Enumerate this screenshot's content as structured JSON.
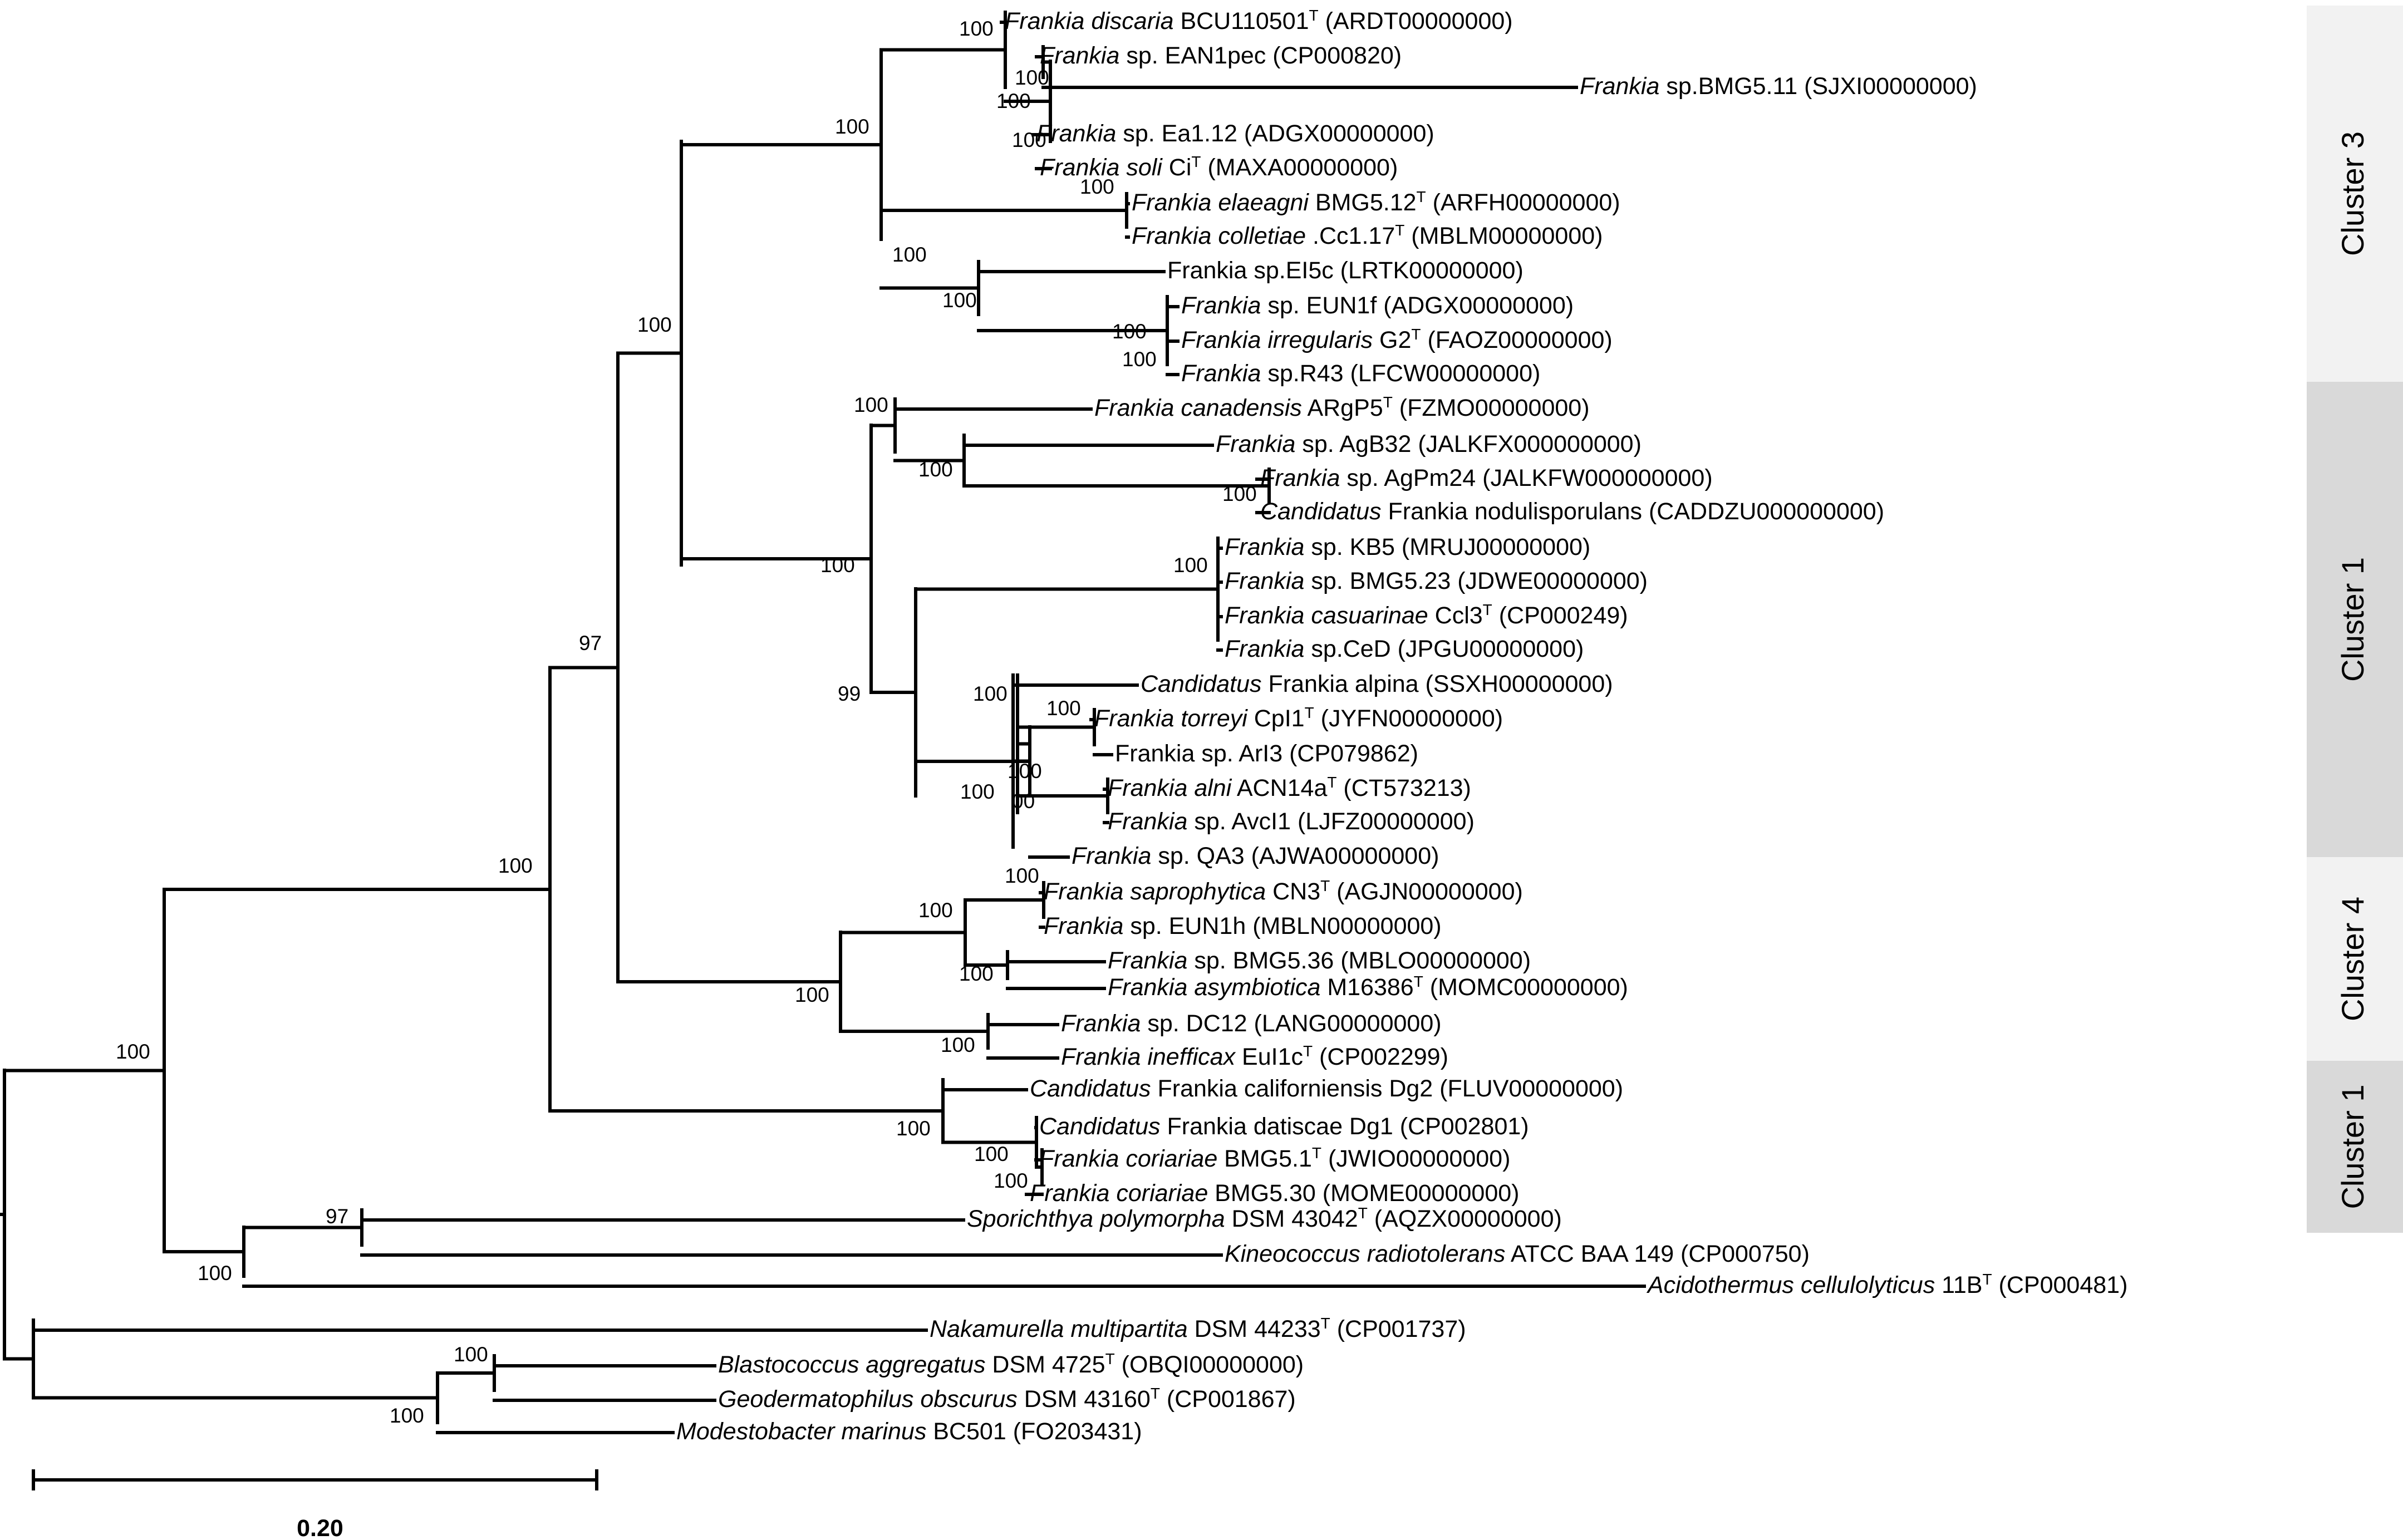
{
  "colors": {
    "cluster_light": "#f2f2f2",
    "cluster_dark": "#d9d9d9",
    "line": "#000000"
  },
  "taxa": [
    {
      "id": "discaria",
      "it": "Frankia discaria",
      "txt": " BCU110501",
      "sup": "T",
      "tail": " (ARDT00000000)"
    },
    {
      "id": "ean1pec",
      "it": "Frankia",
      "txt": " sp. EAN1pec (CP000820)",
      "sup": "",
      "tail": ""
    },
    {
      "id": "bmg511",
      "it": "Frankia",
      "txt": " sp.BMG5.11 (SJXI00000000)",
      "sup": "",
      "tail": ""
    },
    {
      "id": "ea112",
      "it": "Frankia",
      "txt": " sp. Ea1.12 (ADGX00000000)",
      "sup": "",
      "tail": ""
    },
    {
      "id": "soli",
      "it": "Frankia soli",
      "txt": " Ci",
      "sup": "T",
      "tail": " (MAXA00000000)"
    },
    {
      "id": "elaeagni",
      "it": "Frankia elaeagni",
      "txt": " BMG5.12",
      "sup": "T",
      "tail": " (ARFH00000000)"
    },
    {
      "id": "colletiae",
      "it": "Frankia colletiae",
      "txt": " .Cc1.17",
      "sup": "T",
      "tail": " (MBLM00000000)"
    },
    {
      "id": "ei5c",
      "it": "",
      "txt": "Frankia sp.EI5c (LRTK00000000)",
      "sup": "",
      "tail": ""
    },
    {
      "id": "eun1f",
      "it": "Frankia",
      "txt": " sp. EUN1f (ADGX00000000)",
      "sup": "",
      "tail": ""
    },
    {
      "id": "irregularis",
      "it": "Frankia irregularis",
      "txt": " G2",
      "sup": "T",
      "tail": " (FAOZ00000000)"
    },
    {
      "id": "r43",
      "it": "Frankia",
      "txt": " sp.R43 (LFCW00000000)",
      "sup": "",
      "tail": ""
    },
    {
      "id": "canadensis",
      "it": "Frankia canadensis",
      "txt": " ARgP5",
      "sup": "T",
      "tail": " (FZMO00000000)"
    },
    {
      "id": "agb32",
      "it": "Frankia",
      "txt": " sp. AgB32 (JALKFX000000000)",
      "sup": "",
      "tail": ""
    },
    {
      "id": "agpm24",
      "it": "Frankia",
      "txt": " sp. AgPm24 (JALKFW000000000)",
      "sup": "",
      "tail": ""
    },
    {
      "id": "nodulisporulans",
      "it": "Candidatus",
      "txt": " Frankia nodulisporulans (CADDZU000000000)",
      "sup": "",
      "tail": ""
    },
    {
      "id": "kb5",
      "it": "Frankia",
      "txt": " sp. KB5 (MRUJ00000000)",
      "sup": "",
      "tail": ""
    },
    {
      "id": "bmg523",
      "it": "Frankia",
      "txt": " sp. BMG5.23 (JDWE00000000)",
      "sup": "",
      "tail": ""
    },
    {
      "id": "casuarinae",
      "it": "Frankia casuarinae",
      "txt": " Ccl3",
      "sup": "T",
      "tail": " (CP000249)"
    },
    {
      "id": "ced",
      "it": "Frankia",
      "txt": " sp.CeD (JPGU00000000)",
      "sup": "",
      "tail": ""
    },
    {
      "id": "alpina",
      "it": "Candidatus",
      "txt": " Frankia alpina (SSXH00000000)",
      "sup": "",
      "tail": ""
    },
    {
      "id": "torreyi",
      "it": "Frankia torreyi",
      "txt": " CpI1",
      "sup": "T",
      "tail": " (JYFN00000000)"
    },
    {
      "id": "ari3",
      "it": "",
      "txt": "Frankia sp. ArI3 (CP079862)",
      "sup": "",
      "tail": ""
    },
    {
      "id": "alni",
      "it": "Frankia alni",
      "txt": " ACN14a",
      "sup": "T",
      "tail": " (CT573213)"
    },
    {
      "id": "avci1",
      "it": "Frankia",
      "txt": " sp. AvcI1 (LJFZ00000000)",
      "sup": "",
      "tail": ""
    },
    {
      "id": "qa3",
      "it": "Frankia",
      "txt": " sp. QA3 (AJWA00000000)",
      "sup": "",
      "tail": ""
    },
    {
      "id": "saprophytica",
      "it": "Frankia saprophytica",
      "txt": " CN3",
      "sup": "T",
      "tail": " (AGJN00000000)"
    },
    {
      "id": "eun1h",
      "it": "Frankia",
      "txt": " sp. EUN1h (MBLN00000000)",
      "sup": "",
      "tail": ""
    },
    {
      "id": "bmg536",
      "it": "Frankia",
      "txt": " sp. BMG5.36 (MBLO00000000)",
      "sup": "",
      "tail": ""
    },
    {
      "id": "asymbiotica",
      "it": "Frankia asymbiotica",
      "txt": " M16386",
      "sup": "T",
      "tail": " (MOMC00000000)"
    },
    {
      "id": "dc12",
      "it": "Frankia",
      "txt": " sp. DC12 (LANG00000000)",
      "sup": "",
      "tail": ""
    },
    {
      "id": "inefficax",
      "it": "Frankia inefficax",
      "txt": " EuI1c",
      "sup": "T",
      "tail": " (CP002299)"
    },
    {
      "id": "californiensis",
      "it": "Candidatus",
      "txt": " Frankia californiensis Dg2 (FLUV00000000)",
      "sup": "",
      "tail": ""
    },
    {
      "id": "datiscae",
      "it": "Candidatus",
      "txt": " Frankia datiscae Dg1 (CP002801)",
      "sup": "",
      "tail": ""
    },
    {
      "id": "coriariae1",
      "it": "Frankia coriariae",
      "txt": " BMG5.1",
      "sup": "T",
      "tail": " (JWIO00000000)"
    },
    {
      "id": "coriariae30",
      "it": "Frankia coriariae",
      "txt": " BMG5.30 (MOME00000000)",
      "sup": "",
      "tail": ""
    },
    {
      "id": "sporichthya",
      "it": "Sporichthya polymorpha",
      "txt": " DSM 43042",
      "sup": "T",
      "tail": " (AQZX00000000)"
    },
    {
      "id": "kineococcus",
      "it": "Kineococcus radiotolerans",
      "txt": " ATCC BAA 149 (CP000750)",
      "sup": "",
      "tail": ""
    },
    {
      "id": "acidothermus",
      "it": "Acidothermus cellulolyticus",
      "txt": " 11B",
      "sup": "T",
      "tail": " (CP000481)"
    },
    {
      "id": "nakamurella",
      "it": "Nakamurella multipartita",
      "txt": " DSM 44233",
      "sup": "T",
      "tail": " (CP001737)"
    },
    {
      "id": "blastococcus",
      "it": "Blastococcus aggregatus",
      "txt": " DSM 4725",
      "sup": "T",
      "tail": " (OBQI00000000)"
    },
    {
      "id": "geodermatophilus",
      "it": "Geodermatophilus obscurus",
      "txt": " DSM 43160",
      "sup": "T",
      "tail": " (CP001867)"
    },
    {
      "id": "modestobacter",
      "it": "Modestobacter marinus",
      "txt": "  BC501 (FO203431)",
      "sup": "",
      "tail": ""
    }
  ],
  "bootstrap": {
    "n_discaria": "100",
    "n_ean": "100",
    "n_ea": "100",
    "n_soli": "100",
    "n_c3top": "100",
    "n_elaeagni": "100",
    "n_c3bot": "100",
    "n_eun1f": "100",
    "n_irreg": "100",
    "n_r43": "100",
    "n_c3c1": "100",
    "n_canad": "100",
    "n_agb": "100",
    "n_agpm": "100",
    "n_c1": "100",
    "n_kb5": "100",
    "n_alni_grp": "99",
    "n_alpina": "100",
    "n_torreyi": "100",
    "n_alni": "100",
    "n_avci_a": "100",
    "n_avci_b": "00",
    "n_sapro": "100",
    "n_c4a": "100",
    "n_bmg536": "100",
    "n_c4": "100",
    "n_dc12": "100",
    "n_c134": "100",
    "n_97": "97",
    "n_datis": "100",
    "n_cor1": "100",
    "n_cor30": "100",
    "n_frankia": "100",
    "n_spor": "97",
    "n_acid": "100",
    "n_ingroup": "100",
    "n_blast": "100",
    "n_geo": "100"
  },
  "clusters": [
    {
      "label": "Cluster 3",
      "shade": "light"
    },
    {
      "label": "Cluster 1",
      "shade": "dark"
    },
    {
      "label": "Cluster 4",
      "shade": "light"
    },
    {
      "label": "Cluster 1",
      "shade": "dark"
    }
  ],
  "scale": {
    "value": 0.2,
    "label": "0.20"
  }
}
